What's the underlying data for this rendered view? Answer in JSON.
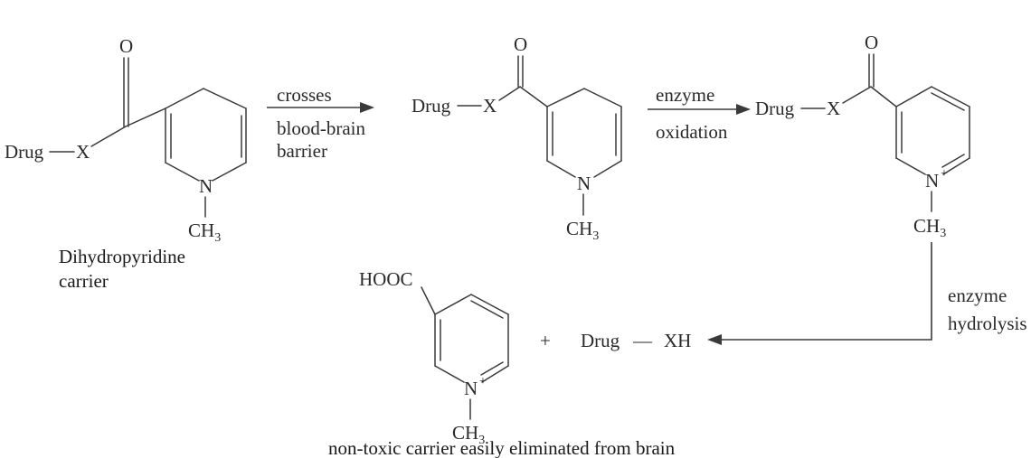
{
  "molecules": {
    "m1": {
      "drug": "Drug",
      "x": "X",
      "oxygen": "O",
      "nitrogen": "N",
      "methyl": "CH",
      "methyl_sub": "3"
    },
    "m2": {
      "drug": "Drug",
      "x": "X",
      "oxygen": "O",
      "nitrogen": "N",
      "methyl": "CH",
      "methyl_sub": "3"
    },
    "m3": {
      "drug": "Drug",
      "x": "X",
      "oxygen": "O",
      "nitrogen": "N",
      "charge": "+",
      "methyl": "CH",
      "methyl_sub": "3"
    },
    "m4": {
      "acid": "HOOC",
      "nitrogen": "N",
      "charge": "+",
      "methyl": "CH",
      "methyl_sub": "3"
    }
  },
  "arrows": {
    "step1": {
      "line1": "crosses",
      "line2": "blood-brain",
      "line3": "barrier"
    },
    "step2": {
      "line1": "enzyme",
      "line2": "oxidation"
    },
    "step3": {
      "line1": "enzyme",
      "line2": "hydrolysis"
    }
  },
  "plus": "+",
  "product": {
    "drug": "Drug",
    "dash": "—",
    "xh": "XH"
  },
  "captions": {
    "carrier_line1": "Dihydropyridine",
    "carrier_line2": "carrier",
    "bottom": "non-toxic carrier easily eliminated from brain"
  }
}
